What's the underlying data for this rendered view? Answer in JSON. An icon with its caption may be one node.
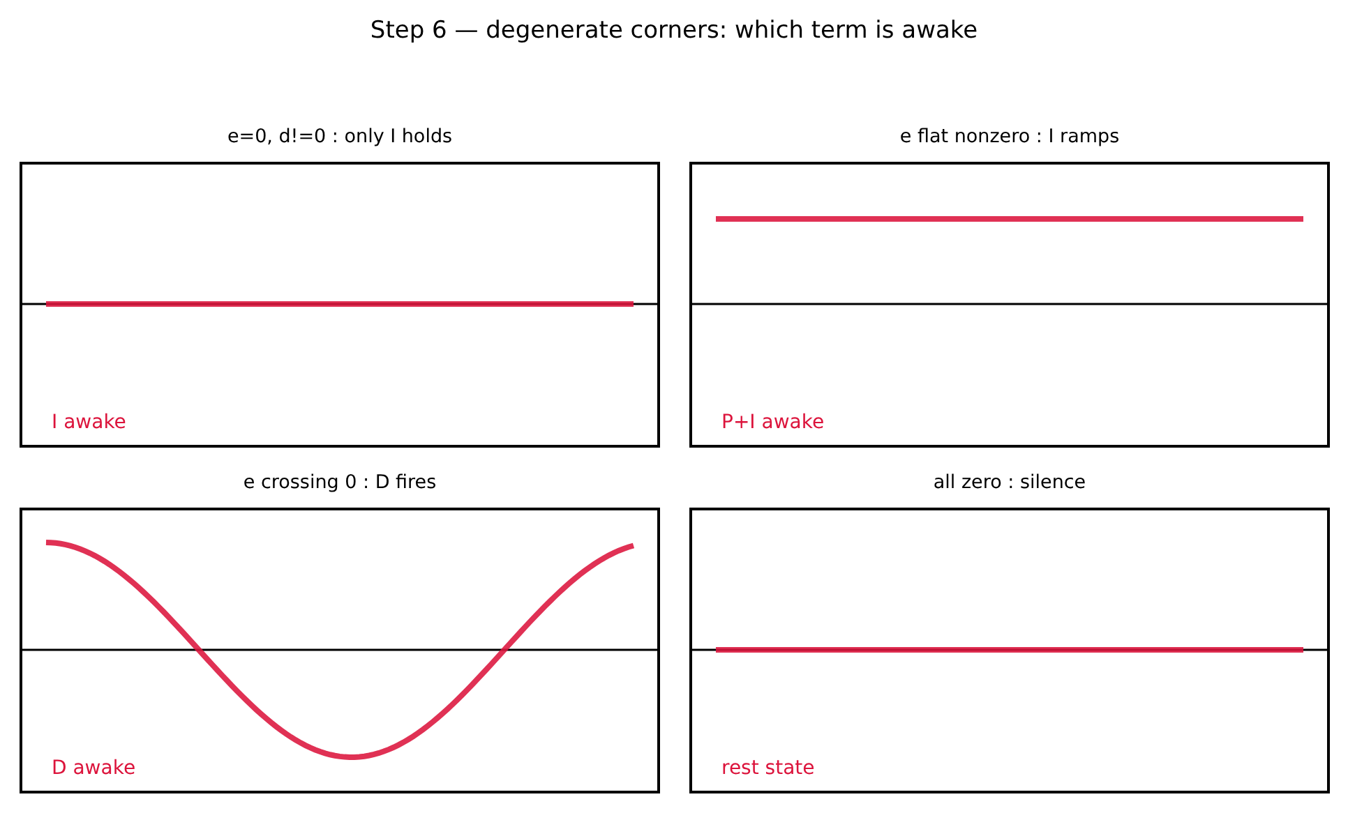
{
  "diagram": {
    "title": "Step 6 — degenerate corners: which term is awake",
    "nodes": [
      {
        "text": [
          "e=0, d!=0 : only I holds",
          "I awake"
        ]
      },
      {
        "text": [
          "e flat nonzero : I ramps",
          "P+I awake"
        ]
      },
      {
        "text": [
          "e crossing 0 : D fires",
          "D awake"
        ]
      },
      {
        "text": [
          "all zero : silence",
          "rest state"
        ]
      }
    ]
  }
}
